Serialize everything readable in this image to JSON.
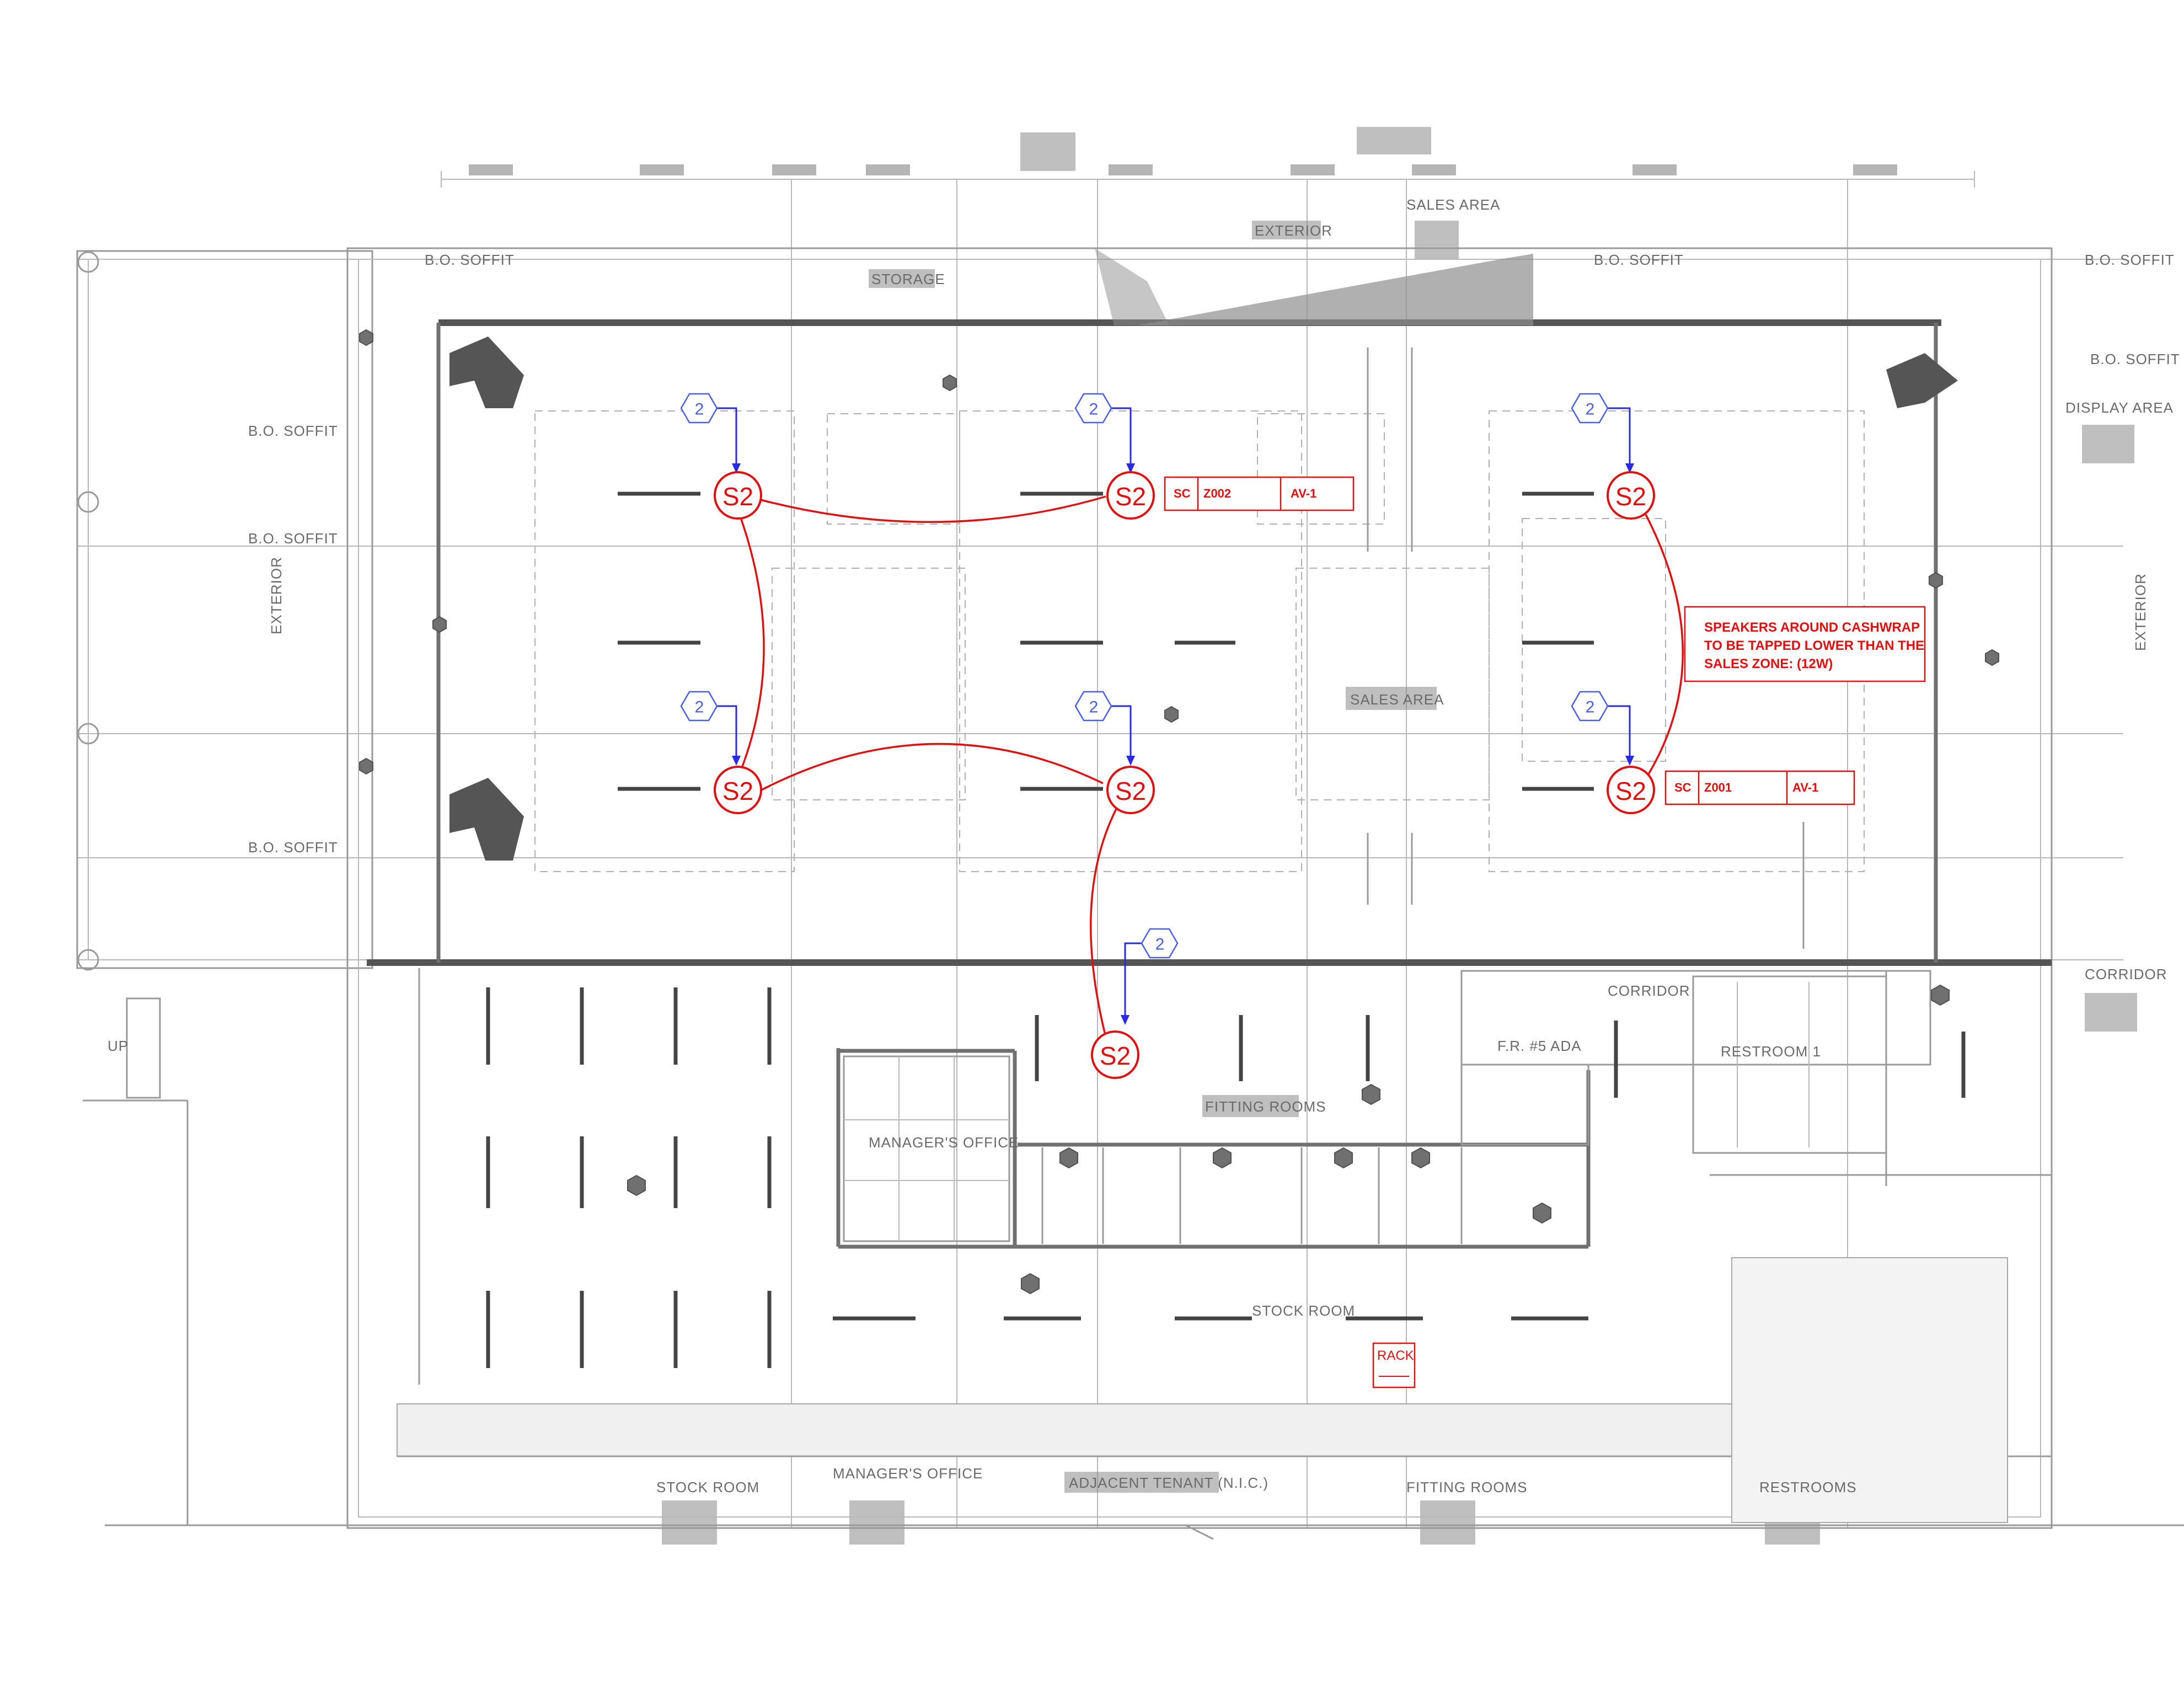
{
  "rooms": {
    "storage": "STORAGE",
    "exterior_top": "EXTERIOR",
    "sales_area_top": "SALES AREA",
    "display_area": "DISPLAY AREA",
    "exterior_left": "EXTERIOR",
    "exterior_right": "EXTERIOR",
    "sales_area": "SALES AREA",
    "corridor": "CORRIDOR",
    "corridor_right": "CORRIDOR",
    "restroom": "RESTROOM 1",
    "fitting_rooms": "FITTING ROOMS",
    "fr_ada": "F.R. #5 ADA",
    "managers_office": "MANAGER'S OFFICE",
    "stock_room": "STOCK ROOM",
    "stock_room_bottom": "STOCK ROOM",
    "managers_office_bottom": "MANAGER'S OFFICE",
    "adjacent_tenant": "ADJACENT TENANT (N.I.C.)",
    "fitting_rooms_bottom": "FITTING ROOMS",
    "restrooms_bottom": "RESTROOMS",
    "bo_soffit": "B.O. SOFFIT",
    "up": "UP"
  },
  "speakers": [
    {
      "label": "S2",
      "tap": "2"
    },
    {
      "label": "S2",
      "tap": "2"
    },
    {
      "label": "S2",
      "tap": "2"
    },
    {
      "label": "S2",
      "tap": "2"
    },
    {
      "label": "S2",
      "tap": "2"
    },
    {
      "label": "S2",
      "tap": "2"
    },
    {
      "label": "S2",
      "tap": "2"
    }
  ],
  "zone_tags": [
    {
      "type": "SC",
      "zone": "Z002",
      "amp": "AV-1"
    },
    {
      "type": "SC",
      "zone": "Z001",
      "amp": "AV-1"
    }
  ],
  "note": {
    "line1": "SPEAKERS AROUND CASHWRAP",
    "line2": "TO BE TAPPED LOWER THAN THE",
    "line3": "SALES ZONE: (12W)"
  },
  "rack": {
    "label": "RACK"
  },
  "colors": {
    "annotation": "#e01010",
    "tap_marker": "#4a5ee8",
    "base_plan": "#9a9a9a"
  }
}
